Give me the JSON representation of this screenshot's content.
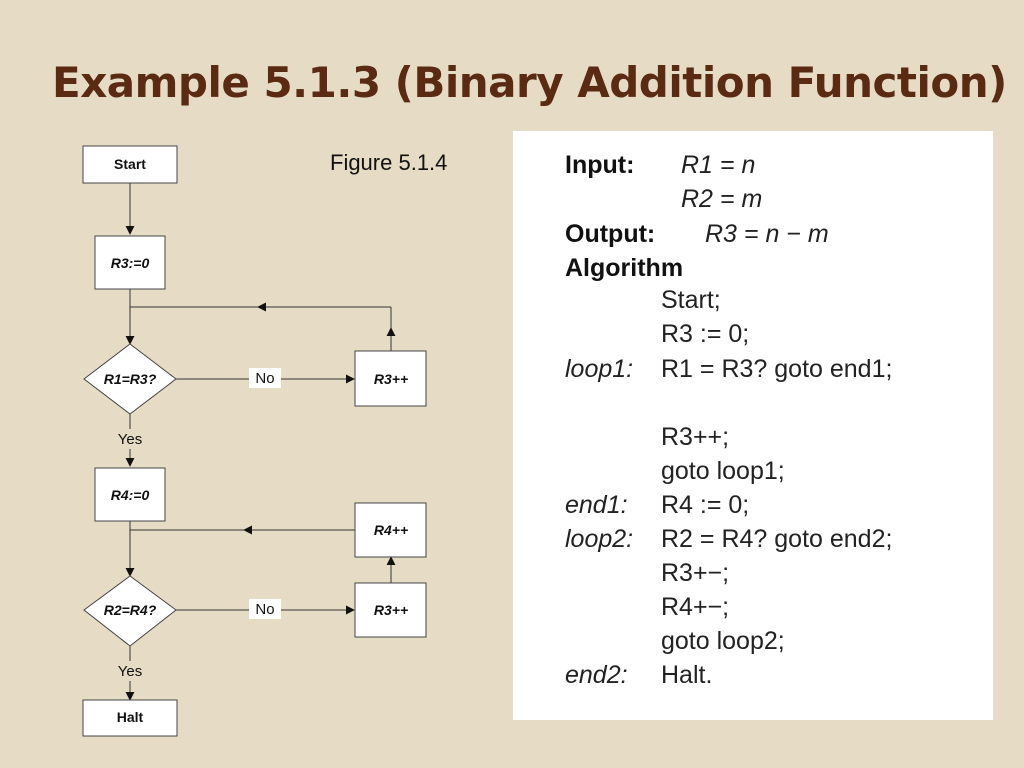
{
  "slide": {
    "title": "Example 5.1.3 (Binary Addition Function)",
    "figure_caption": "Figure 5.1.4"
  },
  "flowchart": {
    "start": "Start",
    "r3_init": "R3:=0",
    "decision1": "R1=R3?",
    "decision1_no": "No",
    "decision1_yes": "Yes",
    "r3_inc_1": "R3++",
    "r4_init": "R4:=0",
    "r4_inc": "R4++",
    "decision2": "R2=R4?",
    "decision2_no": "No",
    "decision2_yes": "Yes",
    "r3_inc_2": "R3++",
    "halt": "Halt"
  },
  "algorithm": {
    "input_label": "Input:",
    "input_line1": "R1 = n",
    "input_line2": "R2 = m",
    "output_label": "Output:",
    "output_line": "R3 = n − m",
    "algorithm_label": "Algorithm",
    "steps": [
      {
        "label": "",
        "stmt": "Start;"
      },
      {
        "label": "",
        "stmt": "R3 := 0;"
      },
      {
        "label": "loop1:",
        "stmt": "R1 = R3? goto end1;"
      },
      {
        "label": "",
        "stmt": "R3++;"
      },
      {
        "label": "",
        "stmt": "goto loop1;"
      },
      {
        "label": "end1:",
        "stmt": "R4 := 0;"
      },
      {
        "label": "loop2:",
        "stmt": "R2 = R4? goto end2;"
      },
      {
        "label": "",
        "stmt": "R3+−;"
      },
      {
        "label": "",
        "stmt": "R4+−;"
      },
      {
        "label": "",
        "stmt": "goto loop2;"
      },
      {
        "label": "end2:",
        "stmt": "Halt."
      }
    ]
  }
}
